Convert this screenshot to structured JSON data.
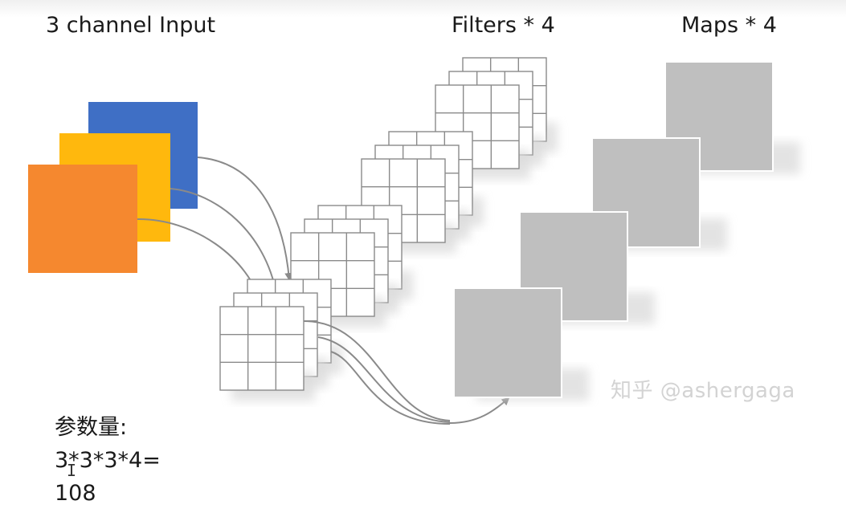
{
  "headings": {
    "input": "3 channel Input",
    "filters": "Filters * 4",
    "maps": "Maps * 4"
  },
  "colors": {
    "channel_back": "#3f6fc5",
    "channel_middle": "#ffb80d",
    "channel_front": "#f5882f",
    "filter_line": "#8a8a8a",
    "map_fill": "#bfbfbf",
    "arrow": "#8a8a8a"
  },
  "watermark": "知乎 @ashergaga",
  "params": {
    "label": "参数量:",
    "formula": "3*3*3*4=",
    "result": "108"
  },
  "cursor_icon": "text-cursor-icon",
  "cursor_glyph": "I"
}
